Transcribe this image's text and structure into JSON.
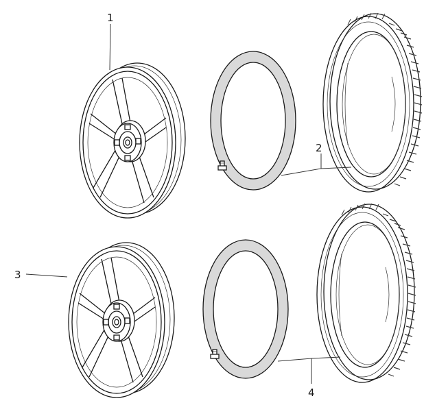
{
  "callouts": [
    {
      "id": "rim-1-callout",
      "label": "1"
    },
    {
      "id": "tube-tire-2-callout",
      "label": "2"
    },
    {
      "id": "rim-3-callout",
      "label": "3"
    },
    {
      "id": "tube-tire-4-callout",
      "label": "4"
    }
  ],
  "colors": {
    "line": "#1a1a1a",
    "tube_fill": "#d9d9d9",
    "tread": "#3a3a3a",
    "background": "#ffffff"
  }
}
